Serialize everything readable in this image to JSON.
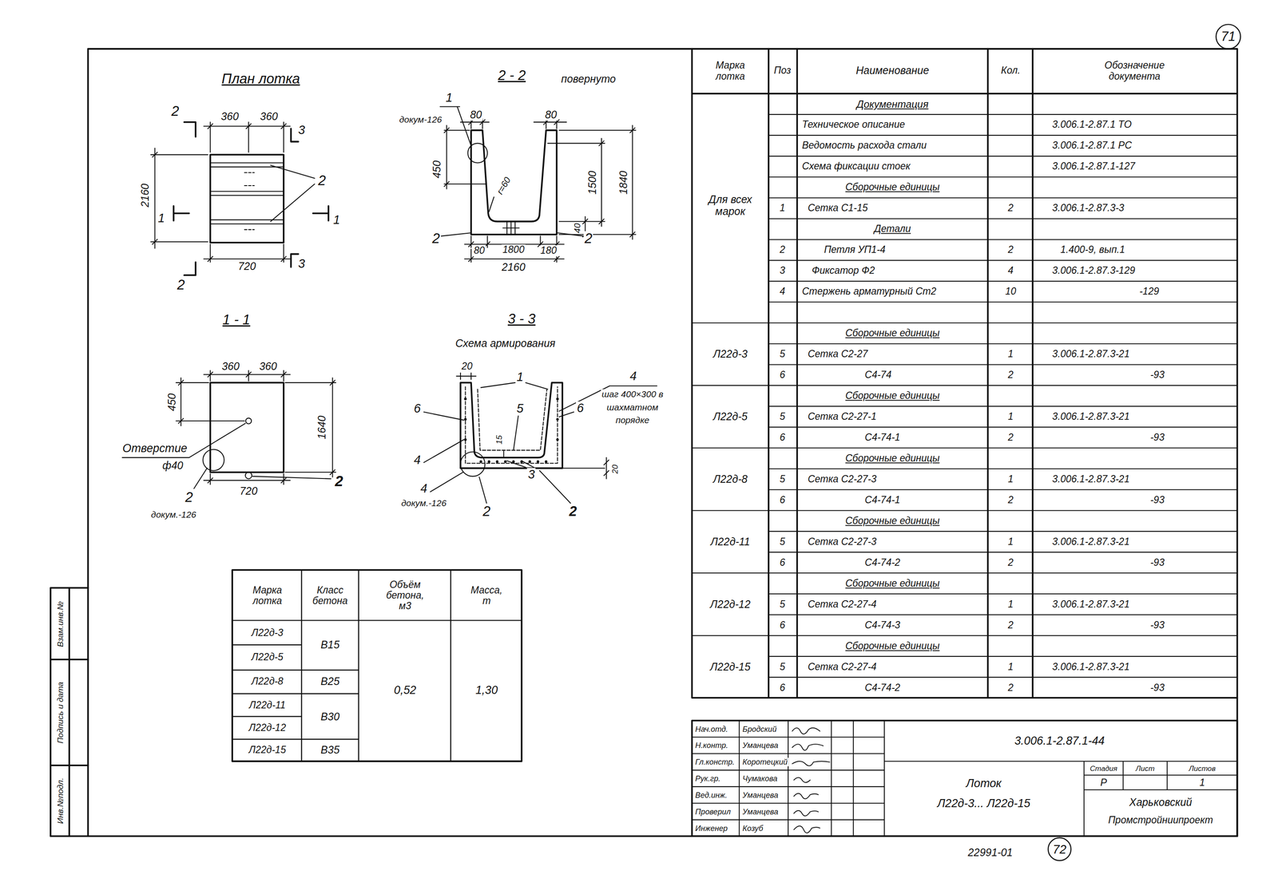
{
  "diagram": {
    "labels": [
      "71",
      "План лотка",
      "2",
      "360",
      "360",
      "3",
      "2160",
      "1",
      "1",
      "2",
      "720",
      "3",
      "2",
      "2 - 2",
      "повернуто",
      "1",
      "докум-126",
      "80",
      "80",
      "450",
      "r=60",
      "1500",
      "1840",
      "40",
      "2",
      "80",
      "1800",
      "180",
      "2",
      "2160",
      "1 - 1",
      "360",
      "360",
      "450",
      "1640",
      "Отверстие",
      "ф40",
      "720",
      "2",
      "2",
      "докум.-126",
      "3 - 3",
      "Схема армирования",
      "20",
      "1",
      "4",
      "шаг 400×300 в",
      "шахматном",
      "порядке",
      "6",
      "5",
      "6",
      "15",
      "4",
      "20",
      "3",
      "4",
      "докум.-126",
      "2",
      "2",
      "Марка лотка",
      "Класс бетона",
      "Объём бетона, м3",
      "Масса, т",
      "Л22д-3",
      "Л22д-5",
      "Л22д-8",
      "Л22д-11",
      "Л22д-12",
      "Л22д-15",
      "В15",
      "В25",
      "В30",
      "В35",
      "0,52",
      "1,30",
      "Взам.инв.№",
      "Подпись и дата",
      "Инв.№подл.",
      "Марка лотка",
      "Поз",
      "Наименование",
      "Кол.",
      "Обозначение документа",
      "Документация",
      "Техническое описание",
      "3.006.1-2.87.1 ТО",
      "Ведомость расхода стали",
      "3.006.1-2.87.1 РС",
      "Схема фиксации стоек",
      "3.006.1-2.87.1-127",
      "Сборочные единицы",
      "Для всех марок",
      "1",
      "Сетка С1-15",
      "2",
      "3.006.1-2.87.3-3",
      "Детали",
      "2",
      "Петля УП1-4",
      "2",
      "1.400-9, вып.1",
      "3",
      "Фиксатор Ф2",
      "4",
      "3.006.1-2.87.3-129",
      "4",
      "Стержень арматурный Ст2",
      "10",
      "-129",
      "Сборочные единицы",
      "Л22д-3",
      "5",
      "Сетка С2-27",
      "1",
      "3.006.1-2.87.3-21",
      "6",
      "С4-74",
      "2",
      "-93",
      "Сборочные единицы",
      "Л22д-5",
      "5",
      "Сетка С2-27-1",
      "1",
      "3.006.1-2.87.3-21",
      "6",
      "С4-74-1",
      "2",
      "-93",
      "Сборочные единицы",
      "Л22д-8",
      "5",
      "Сетка С2-27-3",
      "1",
      "3.006.1-2.87.3-21",
      "6",
      "С4-74-1",
      "2",
      "-93",
      "Сборочные единицы",
      "Л22д-11",
      "5",
      "Сетка С2-27-3",
      "1",
      "3.006.1-2.87.3-21",
      "6",
      "С4-74-2",
      "2",
      "-93",
      "Сборочные единицы",
      "Л22д-12",
      "5",
      "Сетка С2-27-4",
      "1",
      "3.006.1-2.87.3-21",
      "6",
      "С4-74-3",
      "2",
      "-93",
      "Сборочные единицы",
      "Л22д-15",
      "5",
      "Сетка С2-27-4",
      "1",
      "3.006.1-2.87.3-21",
      "6",
      "С4-74-2",
      "2",
      "-93",
      "Нач.отд.",
      "Бродский",
      "Н.контр.",
      "Уманцева",
      "Гл.констр.",
      "Коротецкий",
      "Рук.гр.",
      "Чумакова",
      "Вед.инж.",
      "Уманцева",
      "Проверил",
      "Уманцева",
      "Инженер",
      "Козуб",
      "3.006.1-2.87.1-44",
      "Лоток",
      "Л22д-3... Л22д-15",
      "Стадия",
      "Лист",
      "Листов",
      "Р",
      "1",
      "Харьковский",
      "Промстройниипроект",
      "22991-01",
      "72"
    ]
  }
}
